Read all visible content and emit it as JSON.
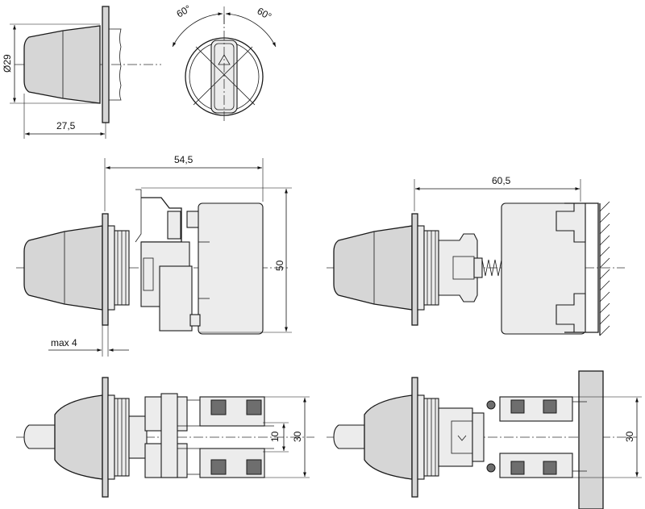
{
  "dimensions": {
    "diameter": "Ø29",
    "length_front": "27,5",
    "angle_left": "60°",
    "angle_right": "60°",
    "length_assembly": "54,5",
    "height_assembly": "50",
    "panel_max": "max 4",
    "length_rail": "60,5",
    "width_contacts_inner": "10",
    "width_contacts_outer": "30",
    "width_rail": "30"
  }
}
